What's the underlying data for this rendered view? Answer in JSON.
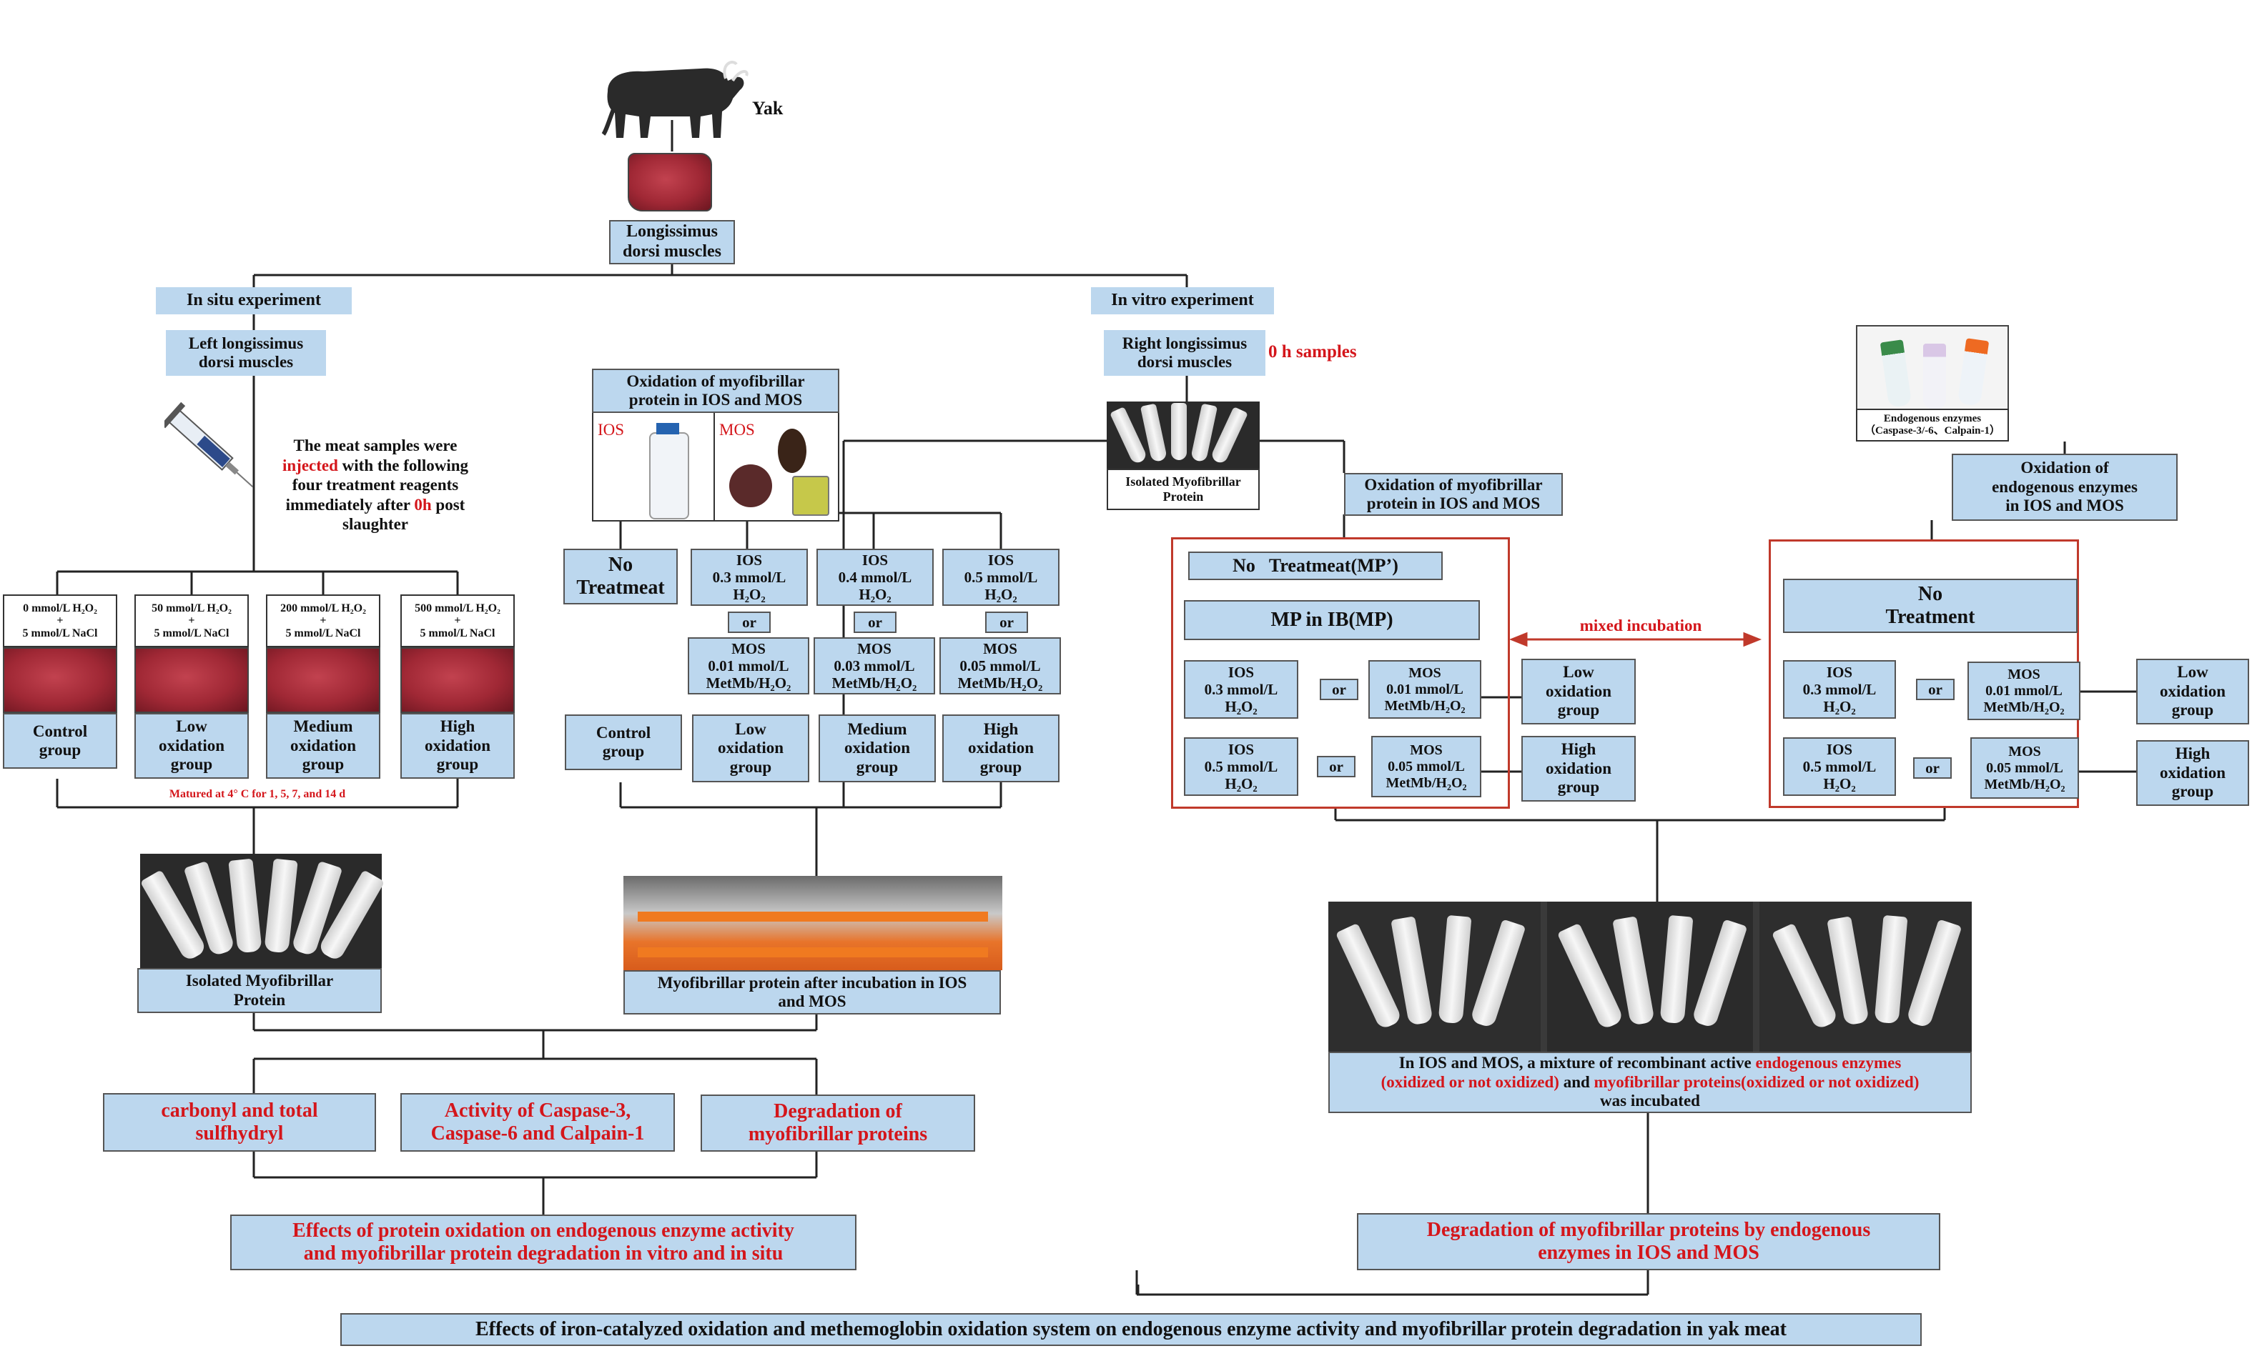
{
  "root": {
    "animal": "Yak",
    "muscle": "Longissimus\ndorsi muscles"
  },
  "insitu": {
    "header": "In situ experiment",
    "muscle": "Left longissimus\ndorsi muscles",
    "note": {
      "a": "The meat samples were",
      "b": "injected",
      "c": " with the following",
      "d": "four treatment reagents",
      "e": "immediately after ",
      "f": "0h",
      "g": " post",
      "h": "slaughter"
    },
    "treatments": [
      {
        "reagent": "0 mmol/L H₂O₂\n+\n5 mmol/L NaCl",
        "group": "Control\ngroup"
      },
      {
        "reagent": "50 mmol/L H₂O₂\n+\n5 mmol/L NaCl",
        "group": "Low\noxidation\ngroup"
      },
      {
        "reagent": "200 mmol/L H₂O₂\n+\n5 mmol/L NaCl",
        "group": "Medium\noxidation\ngroup"
      },
      {
        "reagent": "500 mmol/L H₂O₂\n+\n5 mmol/L NaCl",
        "group": "High\noxidation\ngroup"
      }
    ],
    "matured": "Matured at 4° C for 1, 5, 7, and 14 d",
    "isolated": "Isolated Myofibrillar\nProtein"
  },
  "mid": {
    "ox_title": "Oxidation of myofibrillar\nprotein in IOS and MOS",
    "ios_label": "IOS",
    "mos_label": "MOS",
    "no_treat": "No\nTreatmeat",
    "ios": [
      "IOS\n0.3 mmol/L\nH₂O₂",
      "IOS\n0.4 mmol/L\nH₂O₂",
      "IOS\n0.5 mmol/L\nH₂O₂"
    ],
    "or": "or",
    "mos": [
      "MOS\n0.01 mmol/L\nMetMb/H₂O₂",
      "MOS\n0.03 mmol/L\nMetMb/H₂O₂",
      "MOS\n0.05 mmol/L\nMetMb/H₂O₂"
    ],
    "groups": [
      "Control\ngroup",
      "Low\noxidation\ngroup",
      "Medium\noxidation\ngroup",
      "High\noxidation\ngroup"
    ],
    "after": "Myofibrillar protein after incubation in IOS\nand MOS"
  },
  "invitro": {
    "header": "In vitro experiment",
    "muscle": "Right longissimus\ndorsi muscles",
    "zero": "0 h samples",
    "isolated": "Isolated Myofibrillar\nProtein",
    "ox_label": "Oxidation of myofibrillar\nprotein in IOS and MOS",
    "no_treat_mp": "No   Treatmeat(MP’)",
    "mp_ib": "MP in IB(MP)",
    "ios_low": "IOS\n0.3 mmol/L\nH₂O₂",
    "mos_low": "MOS\n0.01 mmol/L\nMetMb/H₂O₂",
    "ios_high": "IOS\n0.5 mmol/L\nH₂O₂",
    "mos_high": "MOS\n0.05 mmol/L\nMetMb/H₂O₂",
    "or": "or",
    "low": "Low\noxidation\ngroup",
    "high": "High\noxidation\ngroup",
    "mixed": "mixed incubation",
    "enz_title": "Endogenous enzymes\n（Caspase-3/-6、Calpain-1）",
    "enz_ox": "Oxidation of\nendogenous enzymes\nin IOS and MOS",
    "no_treat": "No\nTreatment",
    "incubated": {
      "a": "In IOS and MOS, a mixture of recombinant active ",
      "b": "endogenous enzymes",
      "c": "(oxidized or not oxidized)",
      "d": " and ",
      "e": "myofibrillar proteins(oxidized or not oxidized)",
      "f": "was incubated"
    }
  },
  "measures": [
    "carbonyl and total\nsulfhydryl",
    "Activity of Caspase-3,\nCaspase-6 and Calpain-1",
    "Degradation of\nmyofibrillar proteins"
  ],
  "effects_left": "Effects of protein oxidation on endogenous enzyme activity\nand myofibrillar protein degradation in vitro and in situ",
  "effects_right": "Degradation of myofibrillar proteins by endogenous\nenzymes in IOS and MOS",
  "final": "Effects of iron-catalyzed oxidation and methemoglobin oxidation system on endogenous enzyme activity and myofibrillar protein degradation in yak meat",
  "colors": {
    "box": "#bcd7ee",
    "red": "#d4161b",
    "redbox": "#c0392b"
  }
}
